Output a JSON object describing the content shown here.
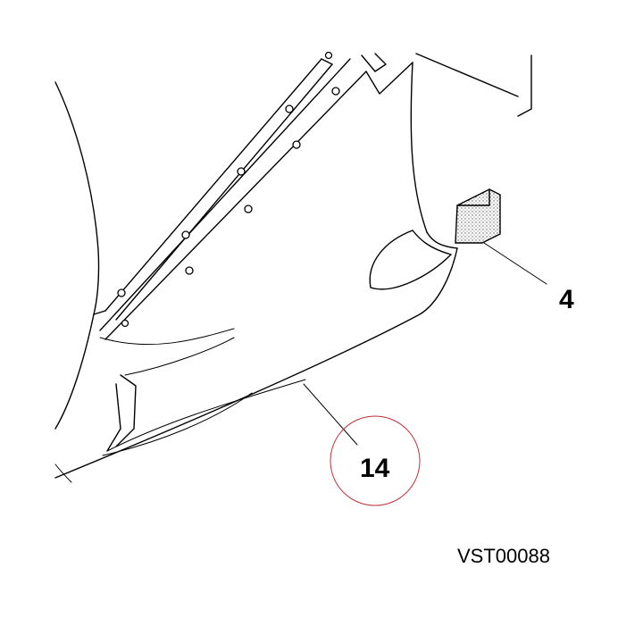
{
  "callouts": {
    "part_4": "4",
    "part_14": "14"
  },
  "reference_code": "VST00088",
  "colors": {
    "line": "#000000",
    "highlight_circle": "#c0303a",
    "background": "#ffffff"
  }
}
